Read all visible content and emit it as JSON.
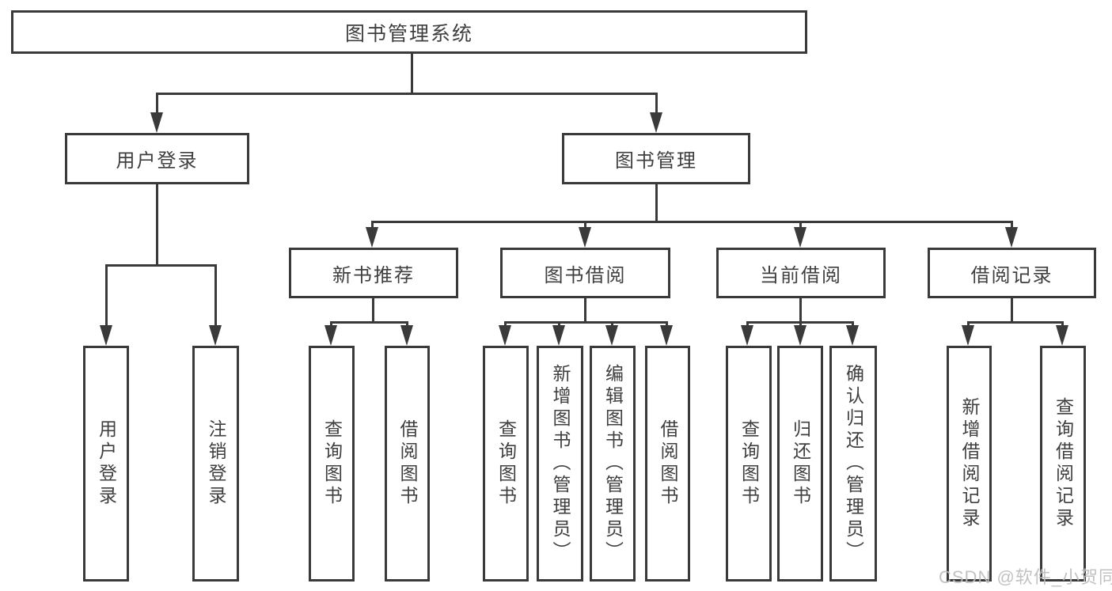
{
  "diagram": {
    "type": "tree-org-chart",
    "title": "图书管理系统",
    "colors": {
      "line": "#3a3a3a",
      "text": "#3f3f3f",
      "box_background": "#ffffff",
      "watermark": "#bdbdbd"
    }
  },
  "nodes": {
    "root": {
      "label": "图书管理系统"
    },
    "level2": [
      {
        "label": "用户登录"
      },
      {
        "label": "图书管理"
      }
    ],
    "level3": [
      {
        "label": "新书推荐"
      },
      {
        "label": "图书借阅"
      },
      {
        "label": "当前借阅"
      },
      {
        "label": "借阅记录"
      }
    ],
    "leaves": [
      {
        "label": "用户登录",
        "parent": "用户登录"
      },
      {
        "label": "注销登录",
        "parent": "用户登录"
      },
      {
        "label": "查询图书",
        "parent": "新书推荐"
      },
      {
        "label": "借阅图书",
        "parent": "新书推荐"
      },
      {
        "label": "查询图书",
        "parent": "图书借阅"
      },
      {
        "label": "新增图书（管理员）",
        "parent": "图书借阅"
      },
      {
        "label": "编辑图书（管理员）",
        "parent": "图书借阅"
      },
      {
        "label": "借阅图书",
        "parent": "图书借阅"
      },
      {
        "label": "查询图书",
        "parent": "当前借阅"
      },
      {
        "label": "归还图书",
        "parent": "当前借阅"
      },
      {
        "label": "确认归还（管理员）",
        "parent": "当前借阅"
      },
      {
        "label": "新增借阅记录",
        "parent": "借阅记录"
      },
      {
        "label": "查询借阅记录",
        "parent": "借阅记录"
      }
    ]
  },
  "watermark": {
    "text": "CSDN @软件_小贺同学"
  }
}
